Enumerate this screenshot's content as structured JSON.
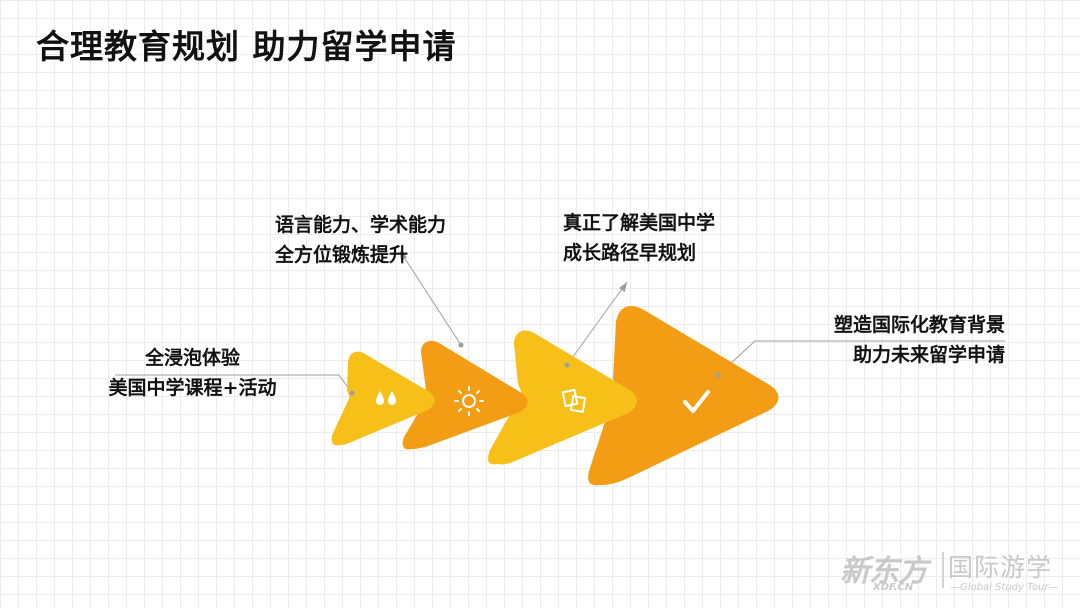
{
  "title": "合理教育规划 助力留学申请",
  "colors": {
    "yellow": "#f6c019",
    "orange": "#f39d15",
    "connector": "#9e9e9e",
    "icon": "#ffffff"
  },
  "steps": [
    {
      "icon": "water-drops-icon",
      "lines": [
        "全浸泡体验",
        "美国中学课程+活动"
      ]
    },
    {
      "icon": "sun-icon",
      "lines": [
        "语言能力、学术能力",
        "全方位锻炼提升"
      ]
    },
    {
      "icon": "documents-icon",
      "lines": [
        "真正了解美国中学",
        "成长路径早规划"
      ]
    },
    {
      "icon": "checkmark-icon",
      "lines": [
        "塑造国际化教育背景",
        "助力未来留学申请"
      ]
    }
  ],
  "logo": {
    "brand": "新东方",
    "brand_sub": "XDF.CN",
    "program": "国际游学",
    "tagline": "—Global Study Tour—"
  }
}
